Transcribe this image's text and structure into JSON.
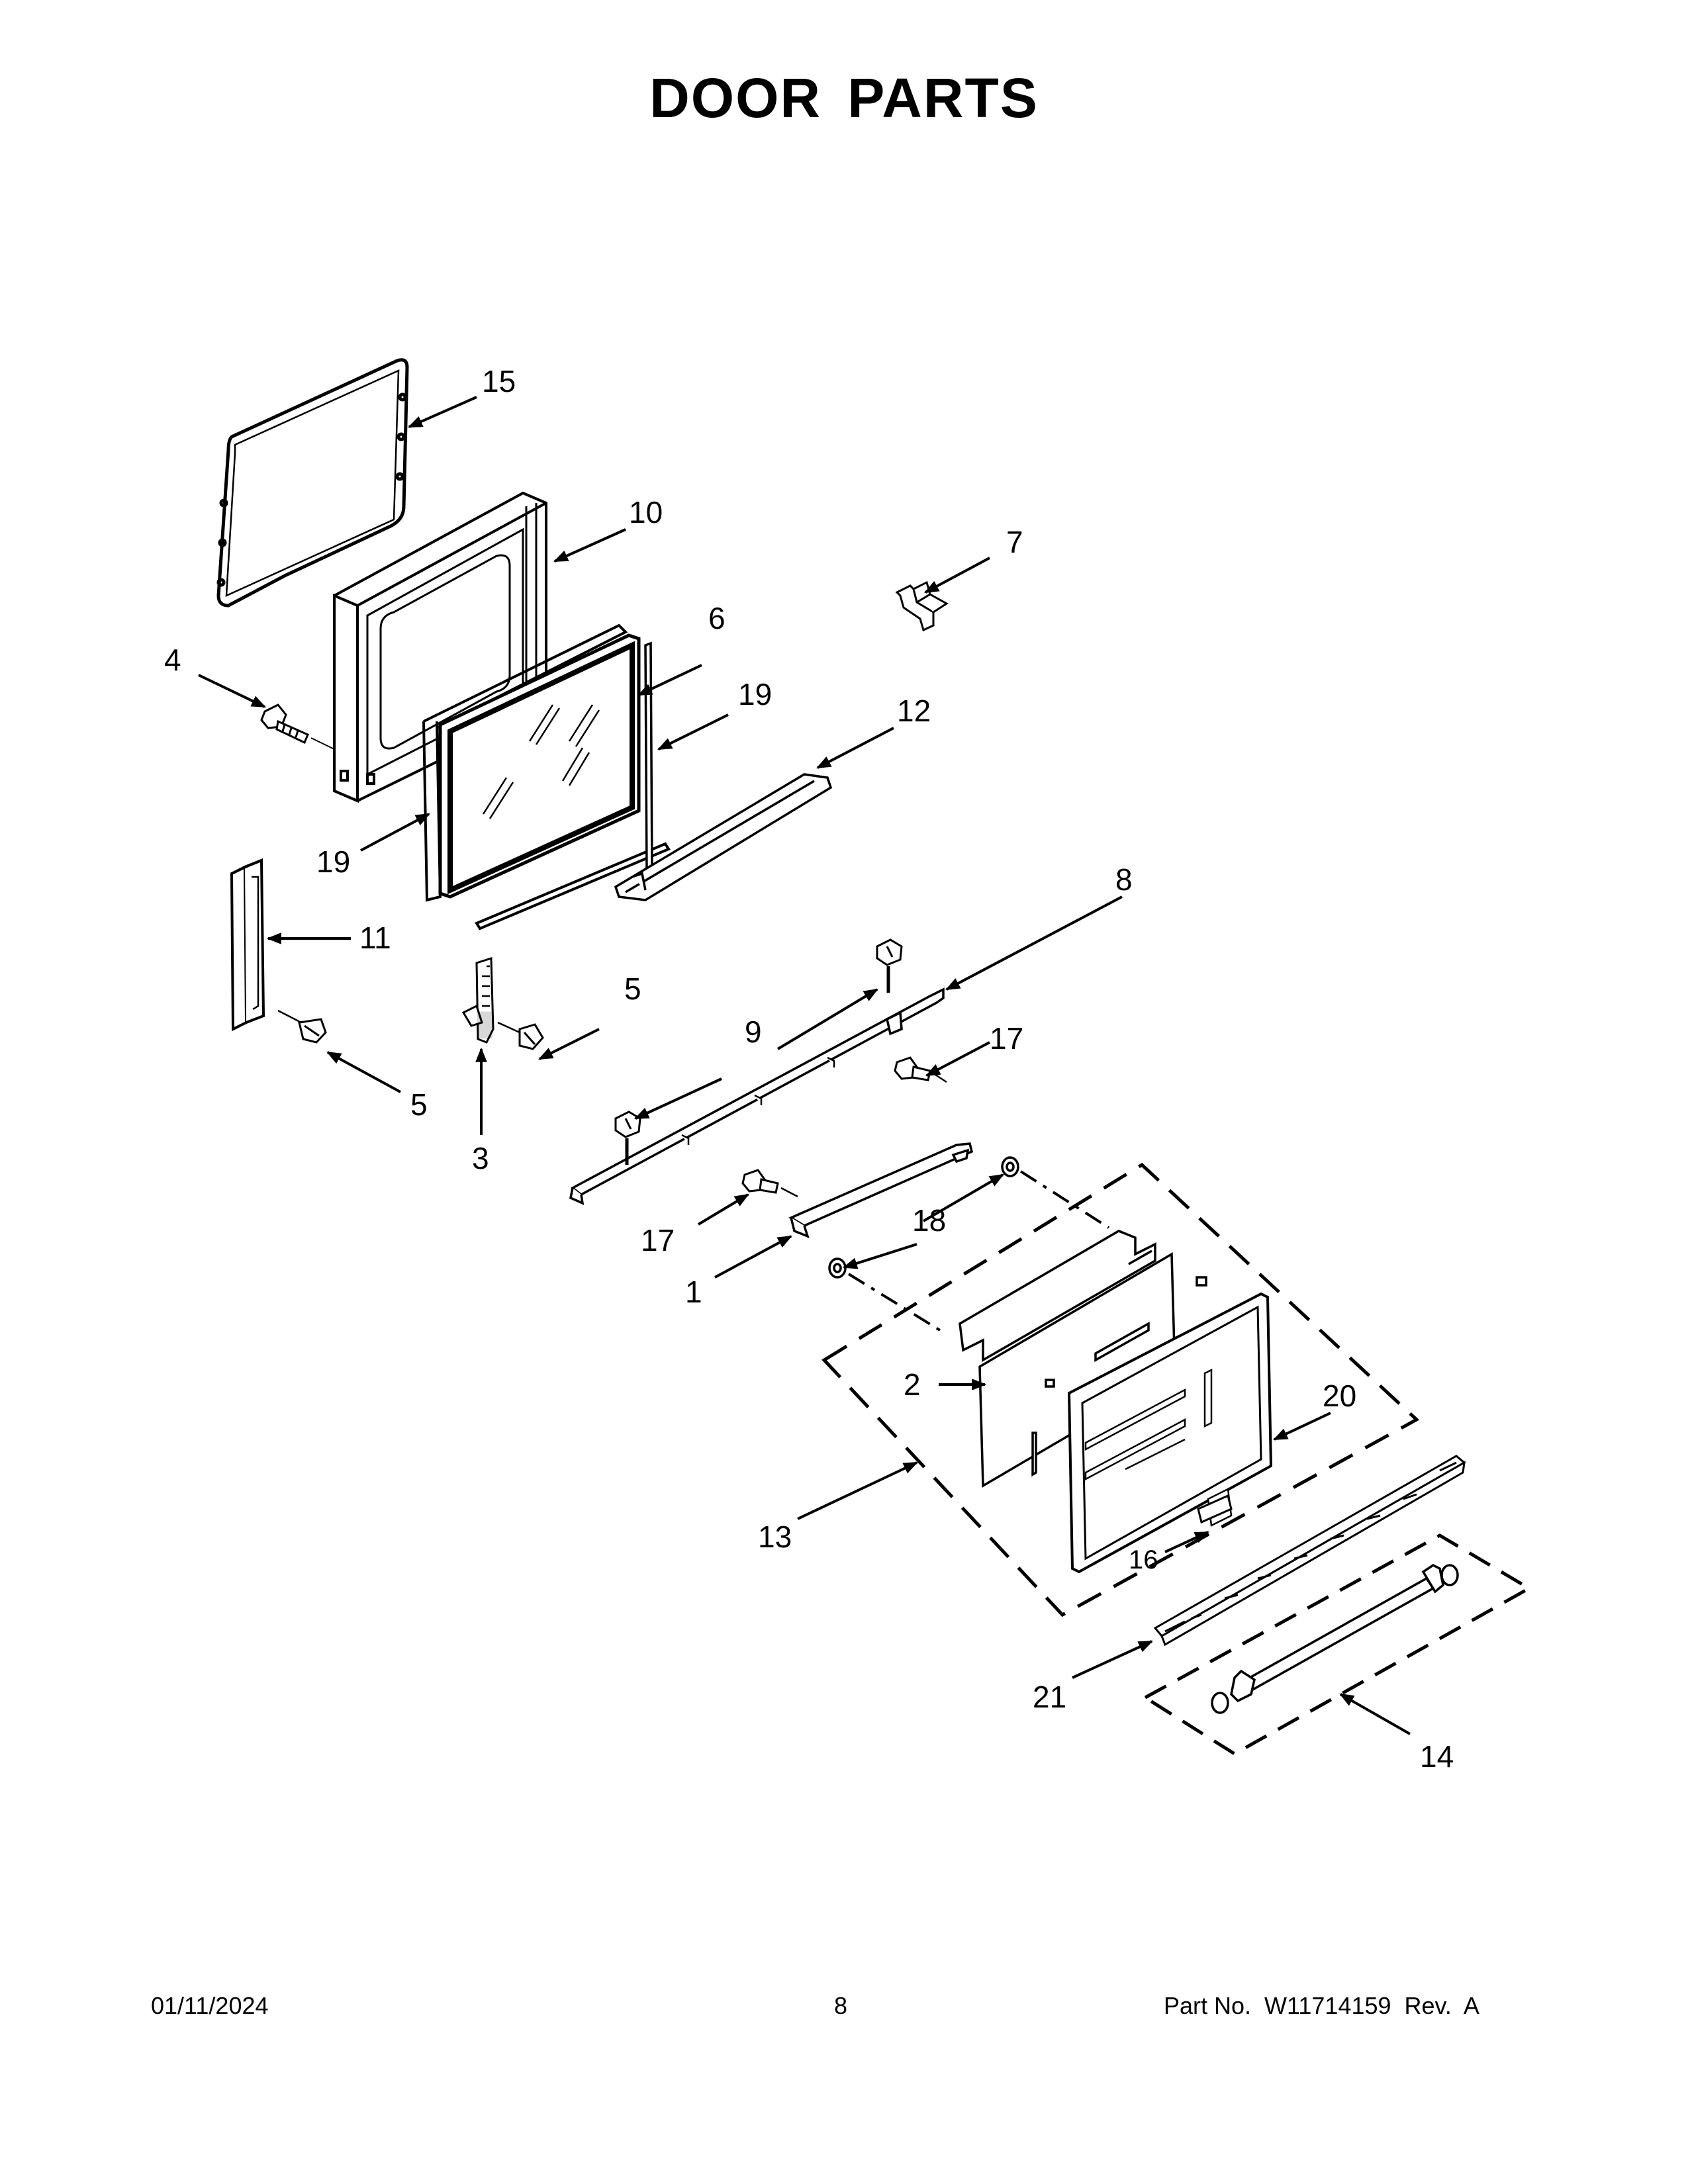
{
  "title": "DOOR PARTS",
  "footer": {
    "date": "01/11/2024",
    "page": "8",
    "part_no": "Part No.  W11714159  Rev.  A"
  },
  "callouts": {
    "c15": "15",
    "c10": "10",
    "c7": "7",
    "c4": "4",
    "c6": "6",
    "c19a": "19",
    "c12": "12",
    "c19b": "19",
    "c11": "11",
    "c8": "8",
    "c5a": "5",
    "c9": "9",
    "c5b": "5",
    "c17a": "17",
    "c3": "3",
    "c17b": "17",
    "c18": "18",
    "c1": "1",
    "c2": "2",
    "c20": "20",
    "c13": "13",
    "c16": "16",
    "c21": "21",
    "c14": "14"
  }
}
